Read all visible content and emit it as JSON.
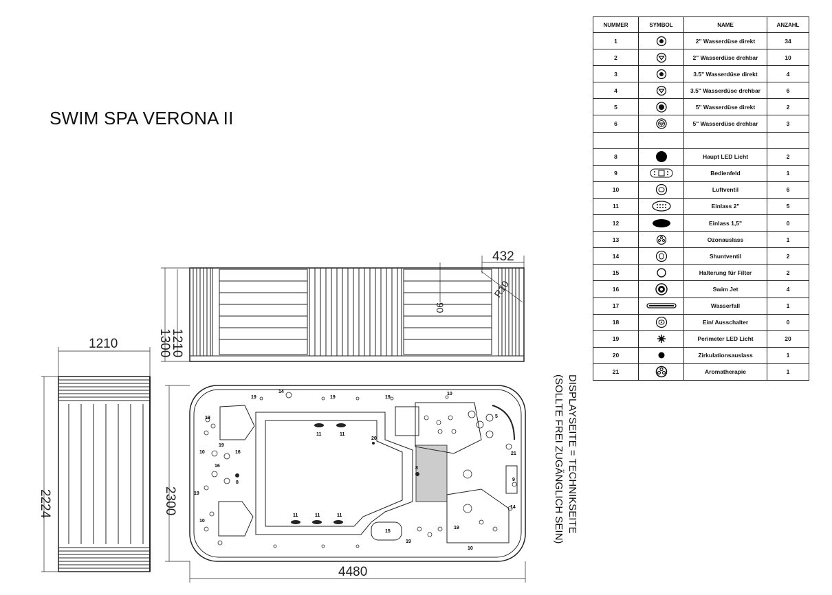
{
  "title": "SWIM SPA VERONA II",
  "side_note": {
    "line1": "DISPLAYSEITE = TECHNIKSEITE",
    "line2": "(SOLLTE FREI ZUGÄNGLICH SEIN)"
  },
  "dimensions": {
    "top_length": "432",
    "top_width_1": "1210",
    "top_width_2": "1300",
    "top_depth": "90",
    "top_diag": "R10",
    "side_width": "1210",
    "side_length": "2224",
    "plan_width": "2300",
    "plan_length": "4480"
  },
  "legend": {
    "headers": [
      "NUMMER",
      "SYMBOL",
      "NAME",
      "ANZAHL"
    ],
    "rows": [
      {
        "nr": "1",
        "symbol": "jet-direct-icon",
        "name": "2\" Wasserdüse direkt",
        "count": "34"
      },
      {
        "nr": "2",
        "symbol": "jet-rotating-icon",
        "name": "2\" Wasserdüse drehbar",
        "count": "10"
      },
      {
        "nr": "3",
        "symbol": "jet-direct-icon",
        "name": "3.5\" Wasserdüse direkt",
        "count": "4"
      },
      {
        "nr": "4",
        "symbol": "jet-rotating-icon",
        "name": "3.5\" Wasserdüse drehbar",
        "count": "6"
      },
      {
        "nr": "5",
        "symbol": "jet-direct-large-icon",
        "name": "5\" Wasserdüse direkt",
        "count": "2"
      },
      {
        "nr": "6",
        "symbol": "jet-rotating-large-icon",
        "name": "5\" Wasserdüse drehbar",
        "count": "3"
      },
      {
        "nr": "",
        "symbol": "",
        "name": "",
        "count": ""
      },
      {
        "nr": "8",
        "symbol": "led-light-icon",
        "name": "Haupt LED Licht",
        "count": "2"
      },
      {
        "nr": "9",
        "symbol": "control-panel-icon",
        "name": "Bedienfeld",
        "count": "1"
      },
      {
        "nr": "10",
        "symbol": "air-valve-icon",
        "name": "Luftventil",
        "count": "6"
      },
      {
        "nr": "11",
        "symbol": "inlet-2-icon",
        "name": "Einlass 2\"",
        "count": "5"
      },
      {
        "nr": "12",
        "symbol": "inlet-15-icon",
        "name": "Einlass 1,5\"",
        "count": "0"
      },
      {
        "nr": "13",
        "symbol": "ozone-icon",
        "name": "Ozonauslass",
        "count": "1"
      },
      {
        "nr": "14",
        "symbol": "shunt-valve-icon",
        "name": "Shuntventil",
        "count": "2"
      },
      {
        "nr": "15",
        "symbol": "filter-holder-icon",
        "name": "Halterung für Filter",
        "count": "2"
      },
      {
        "nr": "16",
        "symbol": "swim-jet-icon",
        "name": "Swim Jet",
        "count": "4"
      },
      {
        "nr": "17",
        "symbol": "waterfall-icon",
        "name": "Wasserfall",
        "count": "1"
      },
      {
        "nr": "18",
        "symbol": "switch-icon",
        "name": "Ein/ Ausschalter",
        "count": "0"
      },
      {
        "nr": "19",
        "symbol": "perimeter-led-icon",
        "name": "Perimeter LED Licht",
        "count": "20"
      },
      {
        "nr": "20",
        "symbol": "circulation-outlet-icon",
        "name": "Zirkulationsauslass",
        "count": "1"
      },
      {
        "nr": "21",
        "symbol": "aromatherapy-icon",
        "name": "Aromatherapie",
        "count": "1"
      }
    ]
  }
}
